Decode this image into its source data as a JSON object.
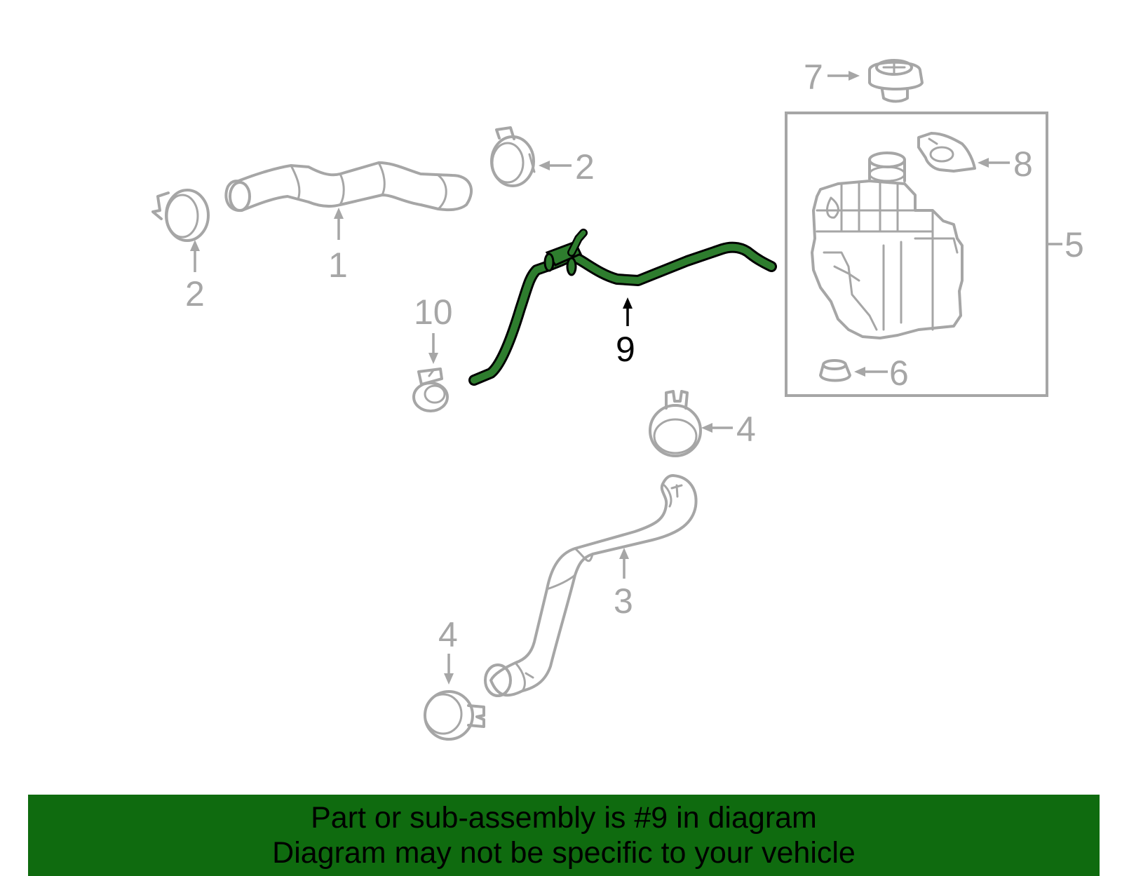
{
  "callouts": {
    "c1": "1",
    "c2a": "2",
    "c2b": "2",
    "c3": "3",
    "c4a": "4",
    "c4b": "4",
    "c5": "5",
    "c6": "6",
    "c7": "7",
    "c8": "8",
    "c9": "9",
    "c10": "10"
  },
  "highlight_part": "9",
  "colors": {
    "part_line": "#a6a6a6",
    "highlight": "#1f6e1f",
    "banner": "#0f6b0f"
  },
  "banner": {
    "line1": "Part or sub-assembly is #9 in diagram",
    "line2": "Diagram may not be specific to your vehicle"
  }
}
